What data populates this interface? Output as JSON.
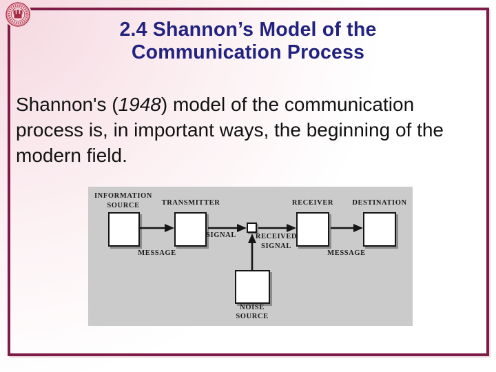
{
  "slide": {
    "title": {
      "line1": "2.4 Shannon’s Model of the",
      "line2": "Communication Process"
    },
    "paragraph": {
      "line1_pre": "Shannon's (",
      "line1_italic": "1948",
      "line1_post": ") model of the communication",
      "line2": "process is, in important ways, the beginning of the",
      "line3": "modern field."
    },
    "logo_icon": "university-seal-icon"
  },
  "diagram": {
    "labels": {
      "information_source_l1": "INFORMATION",
      "information_source_l2": "SOURCE",
      "transmitter": "TRANSMITTER",
      "receiver": "RECEIVER",
      "destination": "DESTINATION",
      "message_left": "MESSAGE",
      "signal": "SIGNAL",
      "received_signal_l1": "RECEIVED",
      "received_signal_l2": "SIGNAL",
      "message_right": "MESSAGE",
      "noise_source_l1": "NOISE",
      "noise_source_l2": "SOURCE"
    },
    "colors": {
      "background": "#cbcbcb",
      "box_fill": "#ffffff",
      "box_border": "#151515",
      "box_shadow": "#8c8c8c",
      "arrow": "#151515"
    }
  },
  "colors": {
    "frame_border": "#7d1c47",
    "title_text": "#22227f",
    "body_text": "#111111",
    "background_pink": "#f5d7de",
    "seal_red": "#b5374d"
  }
}
